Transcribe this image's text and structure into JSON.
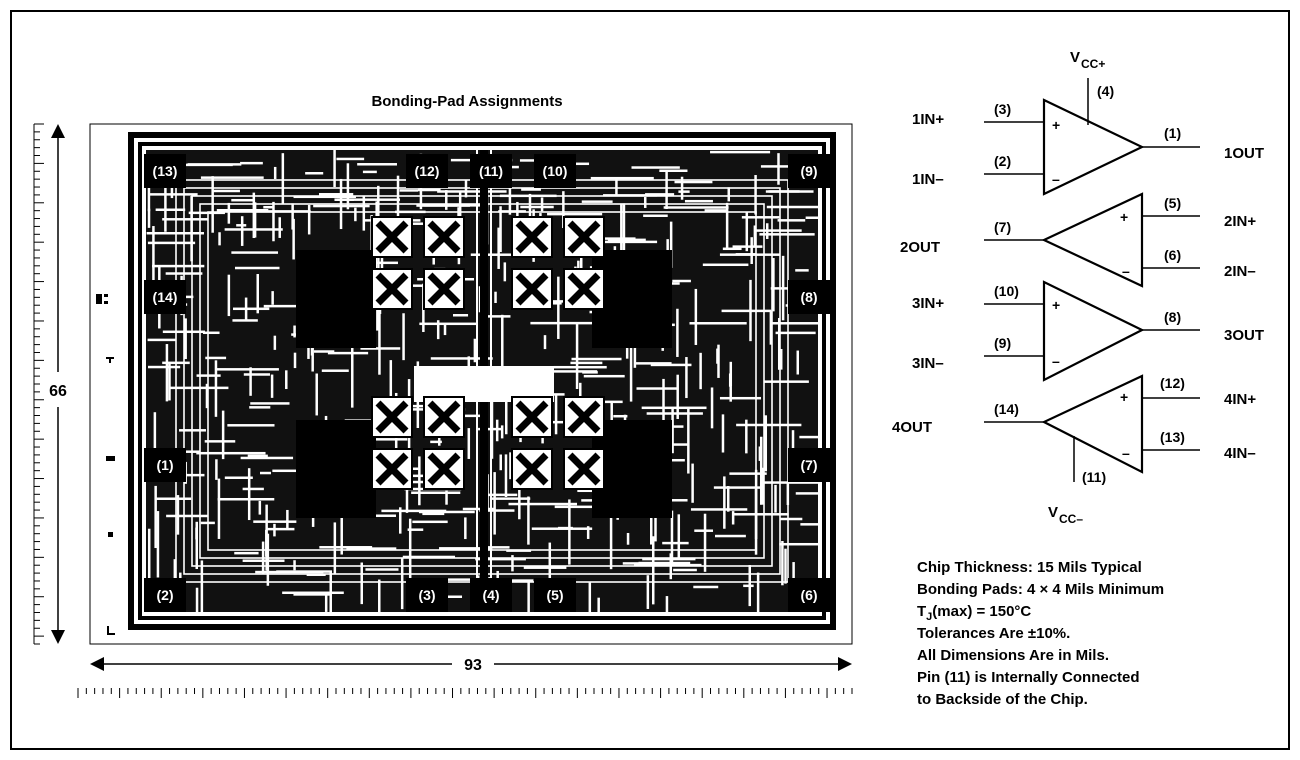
{
  "figure": {
    "title": "Bonding-Pad Assignments",
    "dimensions": {
      "height_label": "66",
      "width_label": "93"
    },
    "die": {
      "pad_labels": [
        "(13)",
        "(12)",
        "(11)",
        "(10)",
        "(9)",
        "(14)",
        "(8)",
        "(1)",
        "(7)",
        "(2)",
        "(3)",
        "(4)",
        "(5)",
        "(6)"
      ]
    }
  },
  "schematic": {
    "supply_top": {
      "main": "V",
      "sub": "CC+",
      "pin": "(4)"
    },
    "supply_bottom": {
      "main": "V",
      "sub": "CC–",
      "pin": "(11)"
    },
    "amp1": {
      "in_plus": "1IN+",
      "in_plus_pin": "(3)",
      "in_minus": "1IN–",
      "in_minus_pin": "(2)",
      "out": "1OUT",
      "out_pin": "(1)"
    },
    "amp2": {
      "in_plus": "2IN+",
      "in_plus_pin": "(5)",
      "in_minus": "2IN–",
      "in_minus_pin": "(6)",
      "out": "2OUT",
      "out_pin": "(7)"
    },
    "amp3": {
      "in_plus": "3IN+",
      "in_plus_pin": "(10)",
      "in_minus": "3IN–",
      "in_minus_pin": "(9)",
      "out": "3OUT",
      "out_pin": "(8)"
    },
    "amp4": {
      "in_plus": "4IN+",
      "in_plus_pin": "(12)",
      "in_minus": "4IN–",
      "in_minus_pin": "(13)",
      "out": "4OUT",
      "out_pin": "(14)"
    },
    "plus_sign": "+",
    "minus_sign": "–"
  },
  "notes": {
    "thickness": "Chip Thickness: 15 Mils Typical",
    "pads": "Bonding Pads: 4 × 4 Mils Minimum",
    "tj_main": "T",
    "tj_sub": "J",
    "tj_rest": "(max) = 150°C",
    "tolerance": "Tolerances Are ±10%.",
    "dimensions": "All Dimensions Are in Mils.",
    "pin11_a": "Pin (11) is Internally Connected",
    "pin11_b": "to Backside of the Chip."
  }
}
